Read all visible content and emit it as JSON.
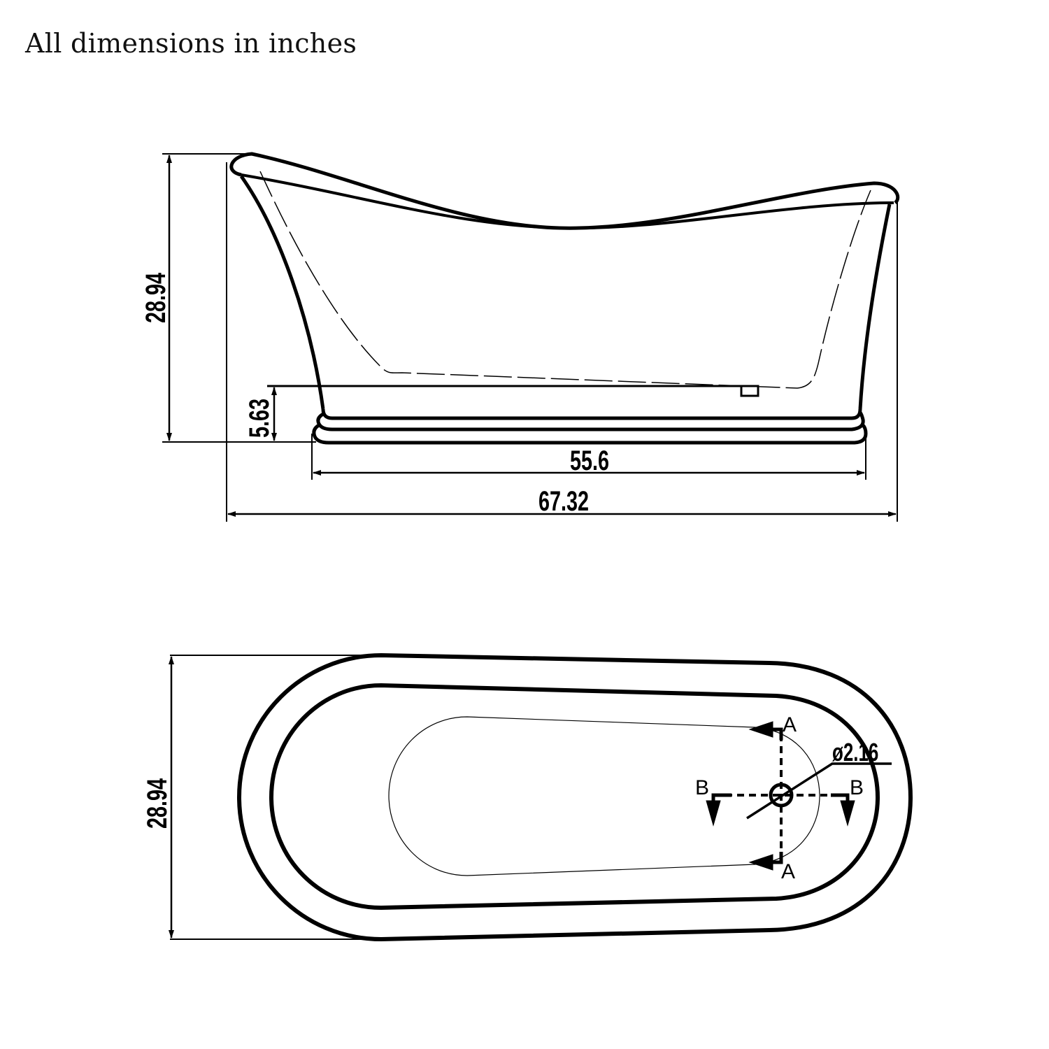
{
  "note": "All dimensions in inches",
  "side_view": {
    "overall_height": "28.94",
    "base_height": "5.63",
    "base_length": "55.6",
    "overall_length": "67.32"
  },
  "plan_view": {
    "overall_width": "28.94",
    "drain_diameter": "ø2.16",
    "section_a": "A",
    "section_b": "B"
  },
  "colors": {
    "line": "#000000",
    "background": "#ffffff"
  }
}
